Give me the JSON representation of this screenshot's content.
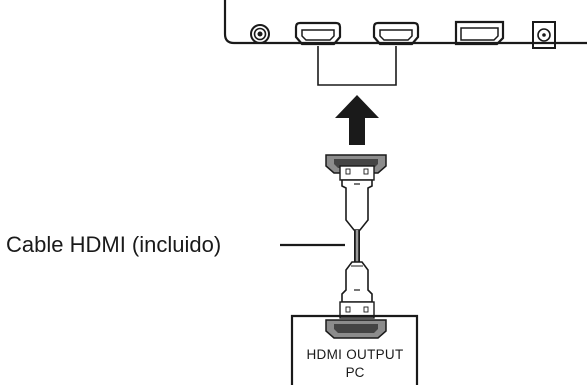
{
  "diagram": {
    "cable_label": "Cable HDMI (incluido)",
    "device_label_line1": "HDMI OUTPUT",
    "device_label_line2": "PC"
  },
  "panel_ports": [
    {
      "name": "audio-jack-port"
    },
    {
      "name": "hdmi-port-1"
    },
    {
      "name": "hdmi-port-2"
    },
    {
      "name": "displayport-port"
    },
    {
      "name": "dc-power-port"
    }
  ],
  "icons": {
    "arrow": "up-arrow-icon"
  },
  "colors": {
    "line": "#1a1a1a",
    "port_fill": "#8c8c8c",
    "cable_fill": "#ffffff",
    "cable_wire": "#555555"
  }
}
